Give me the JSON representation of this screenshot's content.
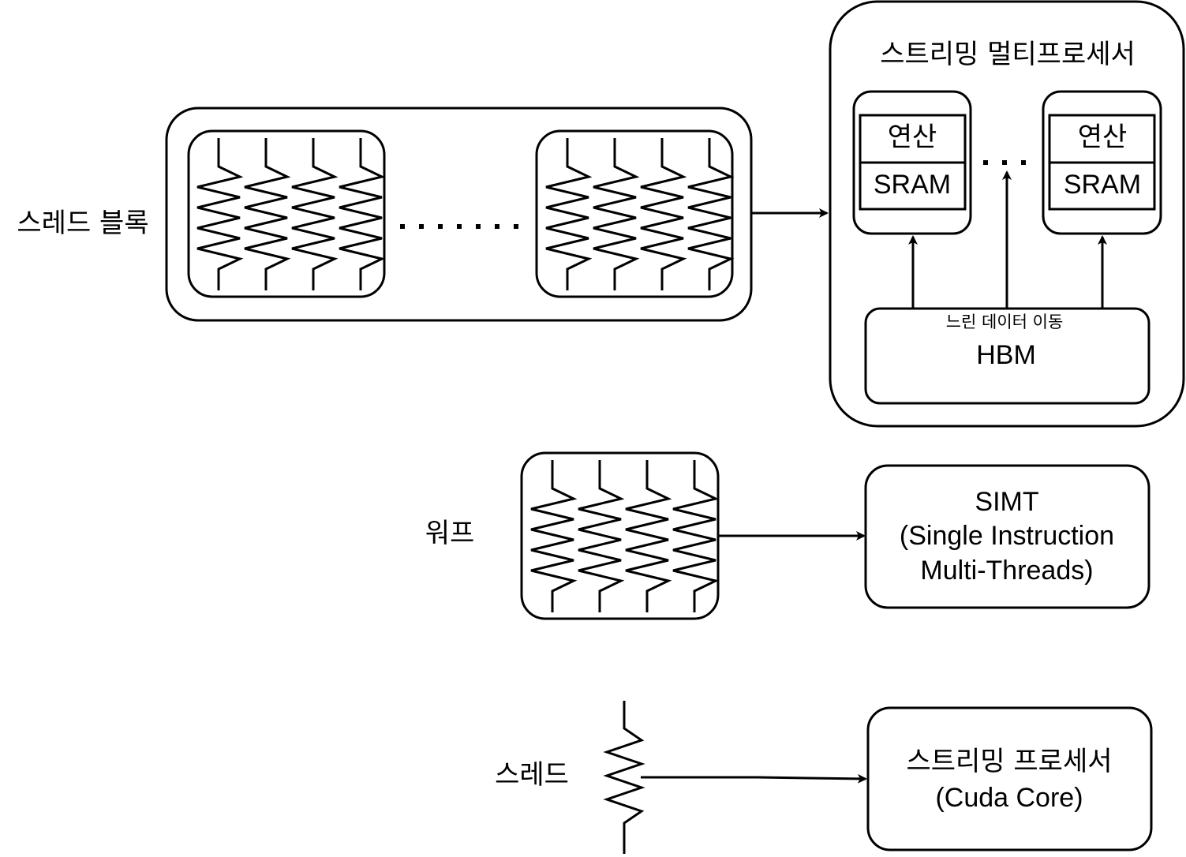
{
  "labels": {
    "thread_block": "스레드 블록",
    "warp": "워프",
    "thread": "스레드"
  },
  "sm": {
    "title": "스트리밍 멀티프로세서",
    "unit_left": {
      "compute": "연산",
      "memory": "SRAM"
    },
    "unit_right": {
      "compute": "연산",
      "memory": "SRAM"
    },
    "hbm_note": "느린 데이터 이동",
    "hbm": "HBM"
  },
  "simt": {
    "line1": "SIMT",
    "line2": "(Single Instruction",
    "line3": "Multi-Threads)"
  },
  "core": {
    "line1": "스트리밍 프로세서",
    "line2": "(Cuda Core)"
  }
}
